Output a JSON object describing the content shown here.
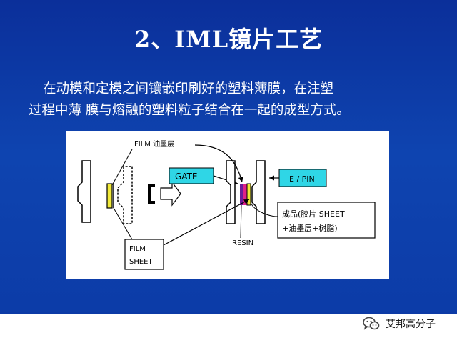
{
  "slide": {
    "title": "2、IML镜片工艺",
    "paragraph_line1": "在动模和定模之间镶嵌印刷好的塑料薄膜，在注塑",
    "paragraph_line2": "过程中薄 膜与熔融的塑料粒子结合在一起的成型方式。"
  },
  "diagram": {
    "label_film_ink": "FILM 油墨层",
    "label_gate": "GATE",
    "label_epin": "E / PIN",
    "label_resin": "RESIN",
    "label_film_sheet_1": "FILM",
    "label_film_sheet_2": "SHEET",
    "label_product_1": "成品(胶片 SHEET",
    "label_product_2": "+油墨层+树脂)"
  },
  "footer": {
    "brand_name": "艾邦高分子"
  },
  "colors": {
    "background": "#0c3aa6",
    "gate_box": "#2fd6e6",
    "film_yellow": "#f2ea3a",
    "film_magenta": "#e0208a",
    "film_purple": "#6a1b9a"
  },
  "icons": {
    "brand_icon": "wechat-icon"
  }
}
